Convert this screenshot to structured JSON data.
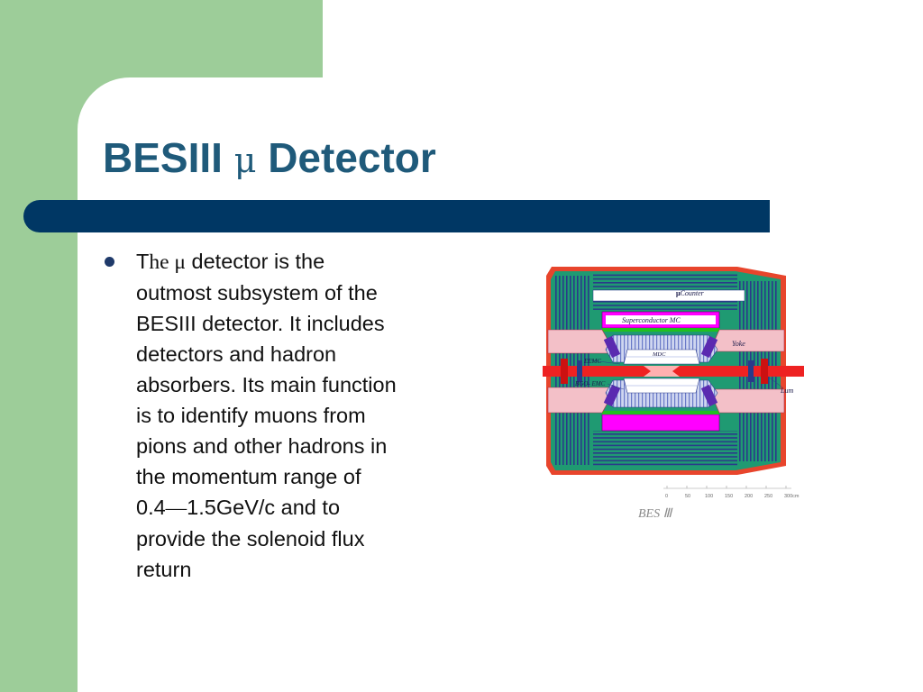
{
  "title": {
    "main": "BESIII ",
    "mu": "μ",
    "tail": " Detector"
  },
  "body": {
    "lines": [
      [
        "T",
        "he μ",
        " detector is the"
      ],
      "outmost subsystem of the",
      "BESIII detector. It includes",
      "detectors and hadron",
      "absorbers. Its main function",
      "is to identify muons from",
      "pions and other hadrons in",
      "the momentum range of",
      [
        "0.4",
        "—",
        "1.5GeV/c and to"
      ],
      "provide the solenoid flux",
      "return"
    ]
  },
  "diagram": {
    "labels": {
      "mu_counter_mu": "μ",
      "mu_counter": "Counter",
      "superconductor": "Superconductor MC",
      "yoke": "Yoke",
      "mdc": "MDC",
      "eemc": "EEMC",
      "bgo_emc": "BGO- EMC",
      "lum": "Lum",
      "caption": "BES Ⅲ"
    },
    "scale_ticks": [
      "0",
      "50",
      "100",
      "150",
      "200",
      "250",
      "300cm"
    ],
    "colors": {
      "yoke_red": "#e8452c",
      "muon_green": "#1f9a72",
      "stripe_blue": "#2a3a8a",
      "magenta": "#ff00ff",
      "beam_red": "#ee2222",
      "pink": "#f3c0c8"
    }
  }
}
